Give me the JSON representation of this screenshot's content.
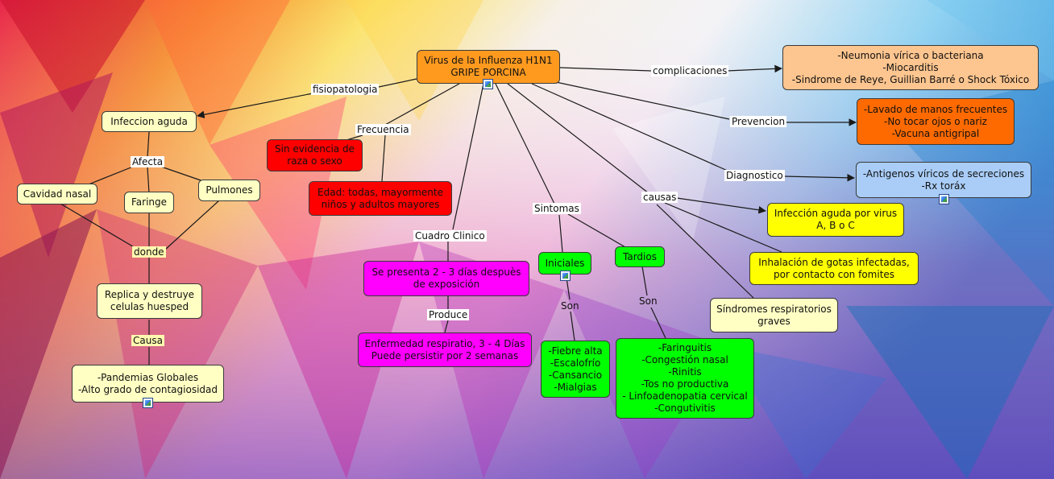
{
  "colors": {
    "orange_root": "#ff9a1f",
    "peach": "#fdc58f",
    "orange_dark": "#ff6a00",
    "light_blue": "#a9cdf7",
    "yellow_light": "#ffffc4",
    "yellow_bright": "#ffff00",
    "red": "#ff0000",
    "magenta": "#ff00ff",
    "green": "#00ff00",
    "edge": "#1a1a1a"
  },
  "nodes": {
    "root": "Virus de la Influenza H1N1\nGRIPE PORCINA",
    "complicaciones_box": "-Neumonia vírica o bacteriana\n-Miocarditis\n-Sindrome de Reye, Guillian Barré o Shock Tóxico",
    "prevencion_box": "-Lavado de manos frecuentes\n-No tocar ojos o nariz\n-Vacuna antigripal",
    "diagnostico_box": "-Antigenos víricos de secreciones\n-Rx toráx",
    "infeccion_aguda": "Infeccion aguda",
    "cavidad_nasal": "Cavidad nasal",
    "faringe": "Faringe",
    "pulmones": "Pulmones",
    "replica": "Replica y destruye\ncelulas huesped",
    "pandemias": "-Pandemias Globales\n-Alto grado de contagiosidad",
    "sin_evidencia": "Sin evidencia de\nraza o sexo",
    "edad": "Edad: todas, mayormente\nniños y adultos mayores",
    "se_presenta": "Se presenta 2 - 3 días despuès\nde exposición",
    "enfermedad": "Enfermedad respiratio, 3 - 4 Días\nPuede persistir por 2 semanas",
    "iniciales": "Iniciales",
    "tardios": "Tardios",
    "iniciales_list": "-Fiebre alta\n-Escalofrío\n-Cansancio\n-Mialgias",
    "tardios_list": "-Faringuitis\n-Congestión nasal\n-Rinitis\n-Tos no productiva\n- Linfoadenopatia cervical\n-Congutivitis",
    "causa_virus": "Infección aguda por virus\nA, B o C",
    "causa_gotas": "Inhalación de gotas infectadas,\npor contacto con fomites",
    "causa_sindromes": "Síndromes respiratorios\ngraves"
  },
  "labels": {
    "fisiopatologia": "fisiopatologia",
    "complicaciones": "complicaciones",
    "prevencion": "Prevencion",
    "diagnostico": "Diagnostico",
    "frecuencia": "Frecuencia",
    "afecta": "Afecta",
    "donde": "donde",
    "causa": "Causa",
    "cuadro_clinico": "Cuadro Clinico",
    "produce": "Produce",
    "sintomas": "Sintomas",
    "causas": "causas",
    "son_iniciales": "Son",
    "son_tardios": "Son"
  }
}
